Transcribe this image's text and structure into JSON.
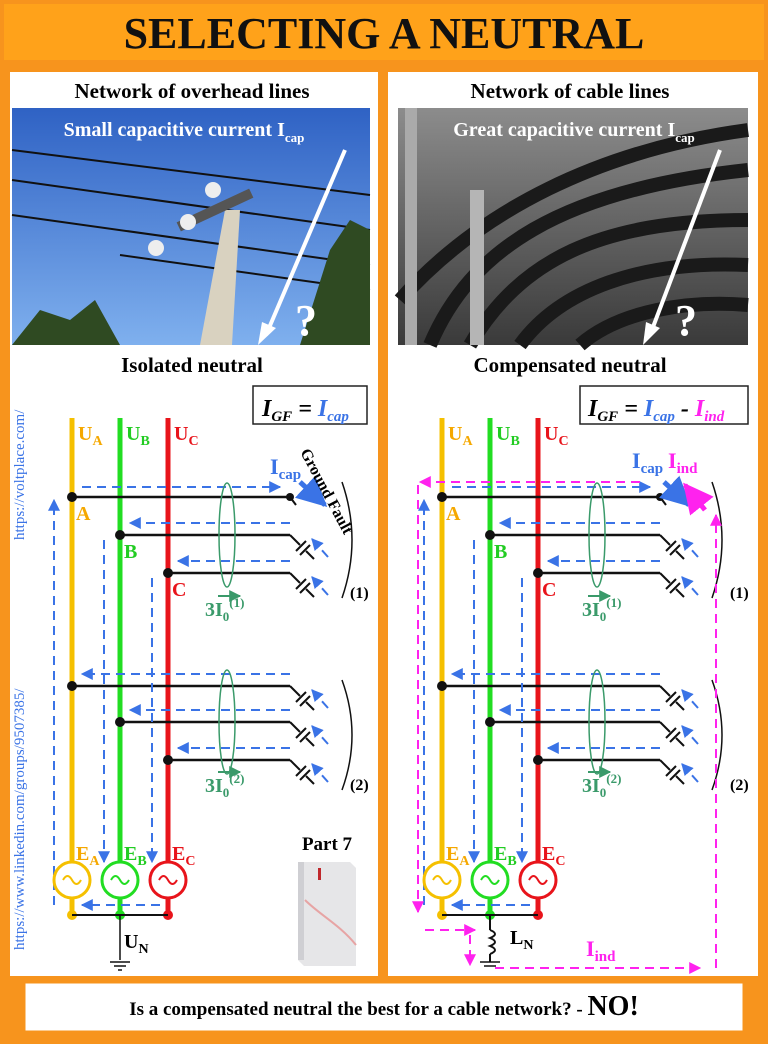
{
  "title": "SELECTING A NEUTRAL",
  "left": {
    "heading": "Network of overhead lines",
    "photo_caption": "Small capacitive current I",
    "photo_caption_sub": "cap",
    "question": "?",
    "subheading": "Isolated neutral",
    "formula": {
      "lhs": "I",
      "lhs_sub": "GF",
      "eq": " = ",
      "rhs": "I",
      "rhs_sub": "cap"
    },
    "icap": "I",
    "icap_sub": "cap",
    "ground_fault": "Ground Fault",
    "zero_seq_1": "3I",
    "zero_seq_1_sub": "0",
    "zero_seq_1_sup": "(1)",
    "zero_seq_2": "3I",
    "zero_seq_2_sub": "0",
    "zero_seq_2_sup": "(2)",
    "group_1": "(1)",
    "group_2": "(2)",
    "neutral_label": "U",
    "neutral_sub": "N",
    "part": "Part 7"
  },
  "right": {
    "heading": "Network of cable lines",
    "photo_caption": "Great capacitive current I",
    "photo_caption_sub": "cap",
    "question": "?",
    "subheading": "Compensated neutral",
    "formula": {
      "lhs": "I",
      "lhs_sub": "GF",
      "eq": " = ",
      "rhs": "I",
      "rhs_sub": "cap",
      "minus": " - ",
      "rhs2": "I",
      "rhs2_sub": "ind"
    },
    "icap": "I",
    "icap_sub": "cap",
    "iind": "I",
    "iind_sub": "ind",
    "iind_bottom": "I",
    "iind_bottom_sub": "ind",
    "zero_seq_1": "3I",
    "zero_seq_1_sub": "0",
    "zero_seq_1_sup": "(1)",
    "zero_seq_2": "3I",
    "zero_seq_2_sub": "0",
    "zero_seq_2_sup": "(2)",
    "group_1": "(1)",
    "group_2": "(2)",
    "neutral_label": "L",
    "neutral_sub": "N"
  },
  "phases": {
    "u": [
      "U",
      "U",
      "U"
    ],
    "u_sub": [
      "A",
      "B",
      "C"
    ],
    "nodes": [
      "A",
      "B",
      "C"
    ],
    "e": [
      "E",
      "E",
      "E"
    ],
    "e_sub": [
      "A",
      "B",
      "C"
    ]
  },
  "watermarks": [
    "https://voltplace.com/",
    "https://www.linkedin.com/groups/9507385/"
  ],
  "footer": {
    "question": "Is a compensated neutral the best for a cable network? - ",
    "answer": "NO!"
  },
  "colors": {
    "orange": "#f7941d",
    "phaseA": "#f5c000",
    "phaseB": "#22dd22",
    "phaseC": "#e8141b",
    "cap": "#3a73e6",
    "ind": "#ff22ee",
    "zero": "#3a9a6a"
  }
}
